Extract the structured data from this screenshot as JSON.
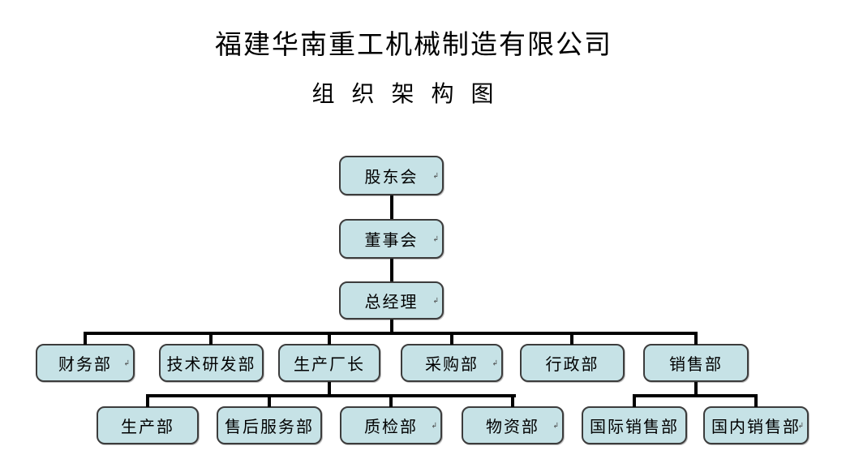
{
  "title": "福建华南重工机械制造有限公司",
  "subtitle": "组 织 架 构 图",
  "nodes": {
    "shareholders": "股东会",
    "board": "董事会",
    "gm": "总经理",
    "finance": "财务部",
    "rnd": "技术研发部",
    "production_director": "生产厂长",
    "purchasing": "采购部",
    "admin": "行政部",
    "sales": "销售部",
    "production": "生产部",
    "after_sales": "售后服务部",
    "qc": "质检部",
    "materials": "物资部",
    "intl_sales": "国际销售部",
    "domestic_sales": "国内销售部"
  },
  "icons": {
    "paragraph_mark": "↲"
  },
  "colors": {
    "node_fill": "#c6e2e6",
    "node_border": "#3c3c3c",
    "connector": "#000000",
    "text": "#000000"
  },
  "diagram": {
    "type": "org-chart",
    "edges": [
      [
        "股东会",
        "董事会"
      ],
      [
        "董事会",
        "总经理"
      ],
      [
        "总经理",
        "财务部"
      ],
      [
        "总经理",
        "技术研发部"
      ],
      [
        "总经理",
        "生产厂长"
      ],
      [
        "总经理",
        "采购部"
      ],
      [
        "总经理",
        "行政部"
      ],
      [
        "总经理",
        "销售部"
      ],
      [
        "生产厂长",
        "生产部"
      ],
      [
        "生产厂长",
        "售后服务部"
      ],
      [
        "生产厂长",
        "质检部"
      ],
      [
        "生产厂长",
        "物资部"
      ],
      [
        "销售部",
        "国际销售部"
      ],
      [
        "销售部",
        "国内销售部"
      ]
    ]
  }
}
